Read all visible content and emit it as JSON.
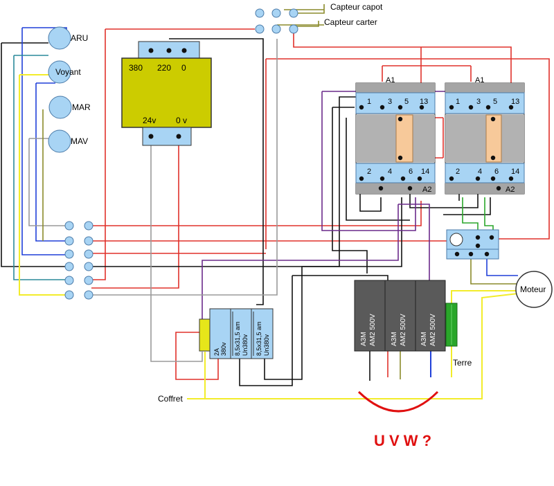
{
  "labels": {
    "capteur_capot": "Capteur capot",
    "capteur_carter": "Capteur carter",
    "aru": "ARU",
    "voyant": "Voyant",
    "mar": "MAR",
    "mav": "MAV",
    "moteur": "Moteur",
    "terre": "Terre",
    "coffret": "Coffret",
    "question": "U V W ?"
  },
  "transformer": {
    "primary_380": "380",
    "primary_220": "220",
    "primary_0": "0",
    "secondary_24": "24v",
    "secondary_0": "0 v"
  },
  "contactors": {
    "a1": "A1",
    "a2": "A2",
    "top_terminals": [
      "1",
      "3",
      "5",
      "13"
    ],
    "bottom_terminals": [
      "2",
      "4",
      "6",
      "14"
    ]
  },
  "fuses": {
    "small": [
      "2A",
      "380v"
    ],
    "big": [
      "8,5x31,5 am",
      "Un380v"
    ]
  },
  "breakers": {
    "line1": "A3M",
    "line2": "AM2 500V"
  },
  "colors": {
    "red": "#e0302a",
    "black": "#111111",
    "purple": "#6a2a8a",
    "yellow": "#f2ec2a",
    "blue": "#1f3fd8",
    "olive": "#8a8a2a",
    "green": "#2aa62a",
    "grey": "#9a9a9a",
    "lightblue": "#a8d4f4",
    "transformer": "#cccc00",
    "breaker": "#5a5a5a",
    "contactor": "#c4c4c4",
    "orange": "#f7c99a"
  }
}
